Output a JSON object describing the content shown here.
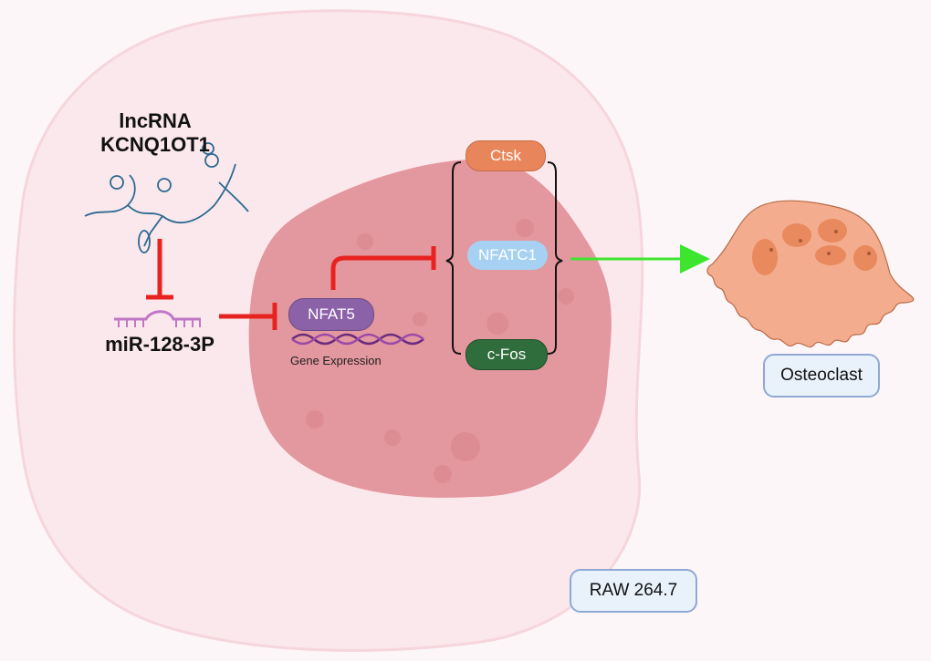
{
  "lncrna": {
    "line1": "lncRNA",
    "line2": "KCNQ1OT1"
  },
  "mirna": {
    "label": "miR-128-3P"
  },
  "nfat5": {
    "label": "NFAT5"
  },
  "gene_expression": {
    "label": "Gene Expression"
  },
  "targets": [
    {
      "label": "Ctsk",
      "color": "#e9855a"
    },
    {
      "label": "NFATC1",
      "color": "#a7d1f2"
    },
    {
      "label": "c-Fos",
      "color": "#2f6d3c"
    }
  ],
  "osteoclast": {
    "label": "Osteoclast"
  },
  "cell_line": {
    "label": "RAW 264.7"
  },
  "colors": {
    "inhibit": "#e8231f",
    "activate": "#3ee52e",
    "nfat5": "#8b62a8",
    "mirna": "#c077c5",
    "rna": "#2c6a91"
  }
}
